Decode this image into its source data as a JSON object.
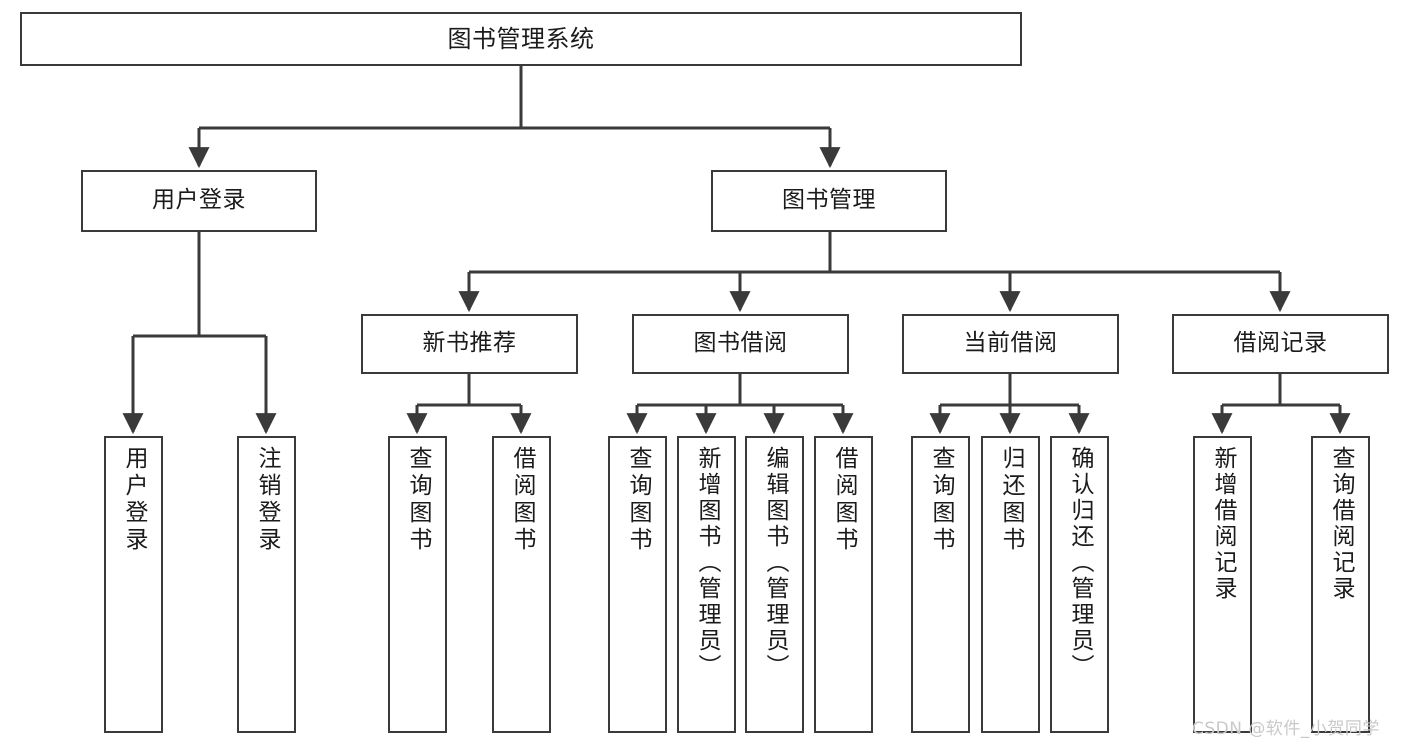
{
  "diagram": {
    "title": "图书管理系统",
    "type": "功能结构图",
    "stroke_color": "#3a3a3a",
    "text_color": "#1b1b1b",
    "background_color": "#ffffff",
    "watermark_color": "#c9c9c9"
  },
  "watermark": {
    "text": "CSDN @软件_小贺同学"
  },
  "nodes": {
    "root": {
      "label": "图书管理系统"
    },
    "level2": [
      {
        "label": "用户登录"
      },
      {
        "label": "图书管理"
      }
    ],
    "level3": [
      {
        "label": "新书推荐"
      },
      {
        "label": "图书借阅"
      },
      {
        "label": "当前借阅"
      },
      {
        "label": "借阅记录"
      }
    ],
    "leaves": {
      "user_login": [
        {
          "label": "用户登录"
        },
        {
          "label": "注销登录"
        }
      ],
      "new_book_recommend": [
        {
          "label": "查询图书"
        },
        {
          "label": "借阅图书"
        }
      ],
      "book_borrow": [
        {
          "label": "查询图书"
        },
        {
          "label": "新增图书（管理员）"
        },
        {
          "label": "编辑图书（管理员）"
        },
        {
          "label": "借阅图书"
        }
      ],
      "current_borrow": [
        {
          "label": "查询图书"
        },
        {
          "label": "归还图书"
        },
        {
          "label": "确认归还（管理员）"
        }
      ],
      "borrow_record": [
        {
          "label": "新增借阅记录"
        },
        {
          "label": "查询借阅记录"
        }
      ]
    }
  }
}
